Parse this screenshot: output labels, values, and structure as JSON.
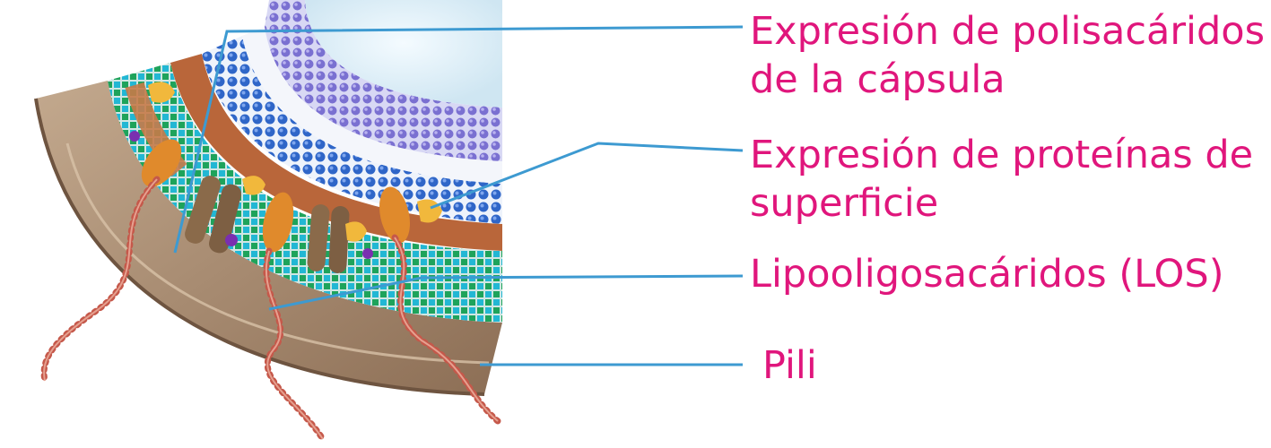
{
  "labels": {
    "capsule": {
      "line1": "Expresión de polisacáridos",
      "line2": "de la cápsula"
    },
    "proteins": {
      "line1": "Expresión de proteínas de",
      "line2": "superficie"
    },
    "los": "Lipooligosacáridos (LOS)",
    "pili": "Pili"
  },
  "colors": {
    "label_text": "#e0167c",
    "leader_line": "#3d9ad1",
    "outer_membrane": "#a7896d",
    "peptidoglycan_cyan": "#21b9d6",
    "peptidoglycan_green": "#1fa55a",
    "inner_membrane": "#7b74cf",
    "cytoplasm": "#dfeef6",
    "surface_protein": "#e08a2c",
    "porin": "#8a6a4a",
    "pili": "#c15a49"
  }
}
